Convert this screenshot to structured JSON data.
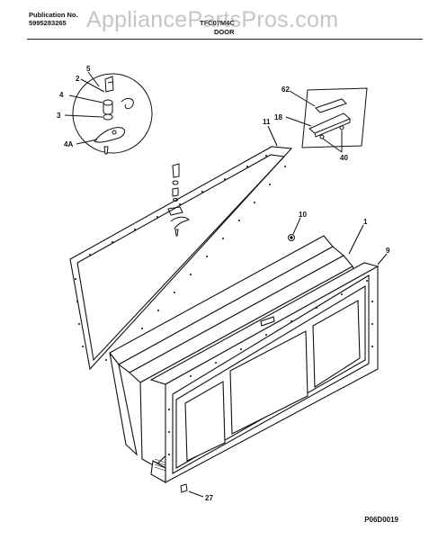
{
  "header": {
    "publication_label": "Publication No.",
    "publication_number": "5995283265",
    "model": "TFC07M4C",
    "section": "DOOR"
  },
  "watermark": "AppliancePartsPros.com",
  "figure_code": "P06D0019",
  "callouts": [
    "5",
    "2",
    "4",
    "3",
    "4A",
    "62",
    "18",
    "40",
    "11",
    "10",
    "1",
    "9",
    "27"
  ]
}
